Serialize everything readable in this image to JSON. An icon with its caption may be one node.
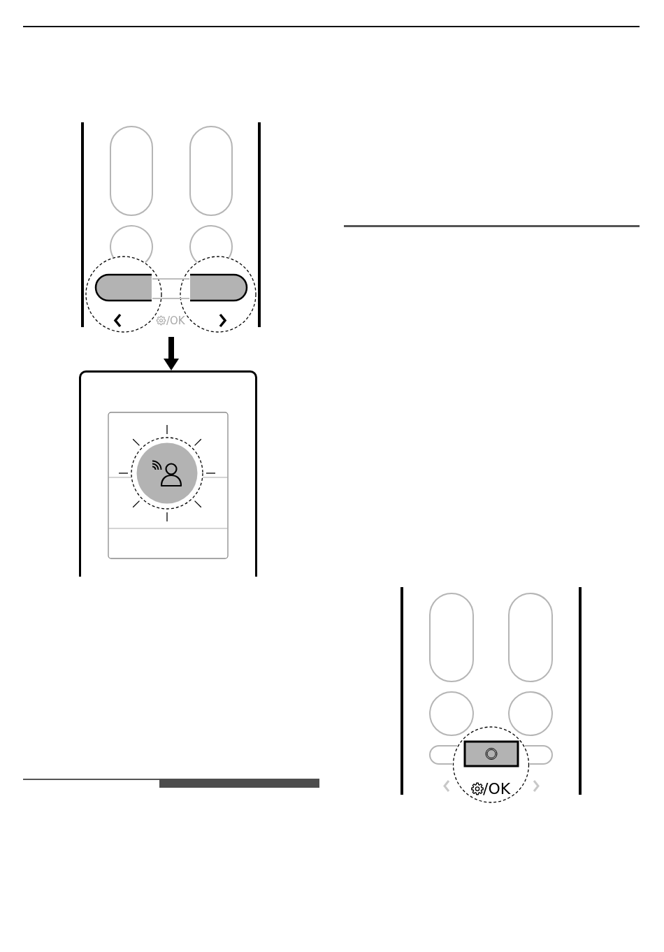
{
  "diagram": {
    "nodes": [
      {
        "text": [],
        "shape": "picture"
      },
      {
        "text": [],
        "shape": "picture"
      },
      {
        "text": [],
        "shape": "picture"
      }
    ],
    "edges": [
      {
        "from": 0,
        "to": 1,
        "arrow": "to"
      }
    ],
    "labels": [
      "/OK",
      "/OK"
    ]
  }
}
